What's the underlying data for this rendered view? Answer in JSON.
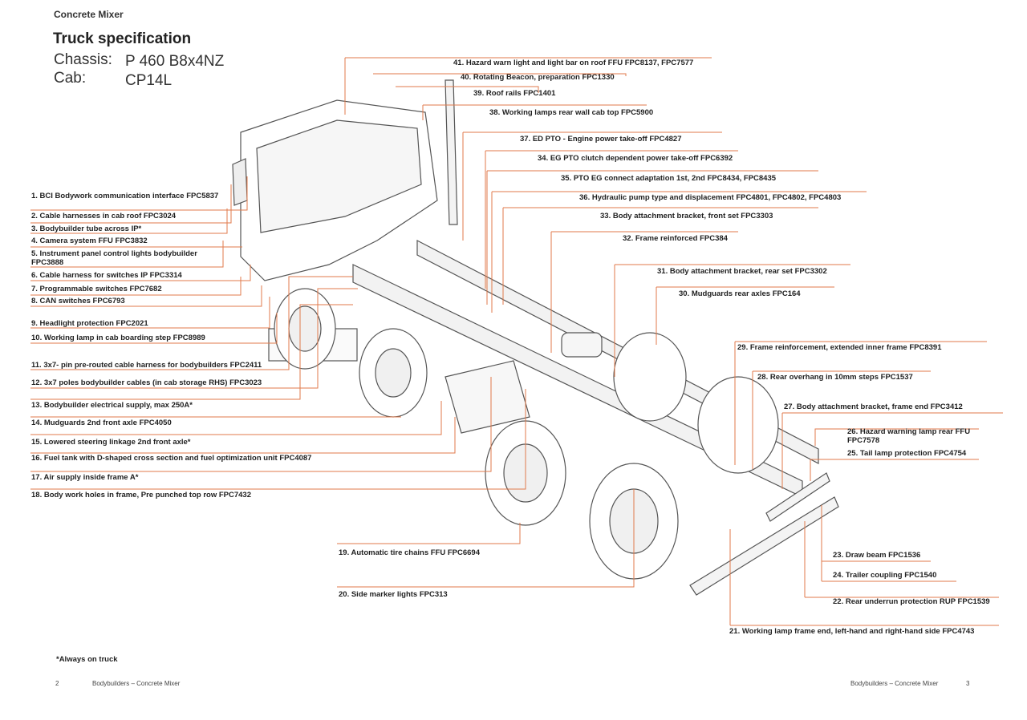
{
  "header": {
    "label": "Concrete Mixer"
  },
  "spec": {
    "title": "Truck specification",
    "chassis_label": "Chassis:",
    "chassis_value": "P 460 B8x4NZ",
    "cab_label": "Cab:",
    "cab_value": "CP14L"
  },
  "callouts_left": [
    "1. BCI Bodywork communication interface FPC5837",
    "2. Cable harnesses in cab roof FPC3024",
    "3. Bodybuilder tube across IP*",
    "4. Camera system FFU FPC3832",
    "5. Instrument panel control lights bodybuilder FPC3888",
    "6. Cable harness for switches IP FPC3314",
    "7. Programmable switches FPC7682",
    "8. CAN switches FPC6793",
    "9. Headlight protection FPC2021",
    "10. Working lamp in cab boarding step FPC8989",
    "11. 3x7- pin pre-routed cable harness for bodybuilders FPC2411",
    "12. 3x7 poles bodybuilder cables (in cab storage RHS) FPC3023",
    "13. Bodybuilder electrical supply, max 250A*",
    "14. Mudguards 2nd front axle FPC4050",
    "15. Lowered steering linkage 2nd front axle*",
    "16. Fuel tank with D-shaped cross section and fuel optimization unit FPC4087",
    "17. Air supply inside frame A*",
    "18. Body work holes in frame, Pre punched top row FPC7432"
  ],
  "callouts_bottom": [
    "19. Automatic tire chains FFU FPC6694",
    "20. Side marker lights FPC313",
    "21. Working lamp frame end, left-hand  and right-hand side FPC4743",
    "22. Rear underrun protection RUP FPC1539",
    "23. Draw beam FPC1536",
    "24. Trailer coupling FPC1540"
  ],
  "callouts_right": [
    "25. Tail lamp protection FPC4754",
    "26. Hazard warning lamp rear FFU FPC7578",
    "27. Body attachment bracket, frame end FPC3412",
    "28. Rear overhang in 10mm steps FPC1537",
    "29. Frame reinforcement, extended inner frame FPC8391",
    "30. Mudguards rear axles FPC164",
    "31. Body attachment bracket, rear set FPC3302",
    "32. Frame reinforced FPC384",
    "33. Body attachment bracket, front set FPC3303",
    "36. Hydraulic pump type and displacement FPC4801, FPC4802, FPC4803",
    "35. PTO EG connect adaptation 1st, 2nd FPC8434, FPC8435",
    "34. EG PTO clutch dependent power take-off FPC6392",
    "37. ED PTO - Engine power take-off  FPC4827",
    "38. Working lamps rear wall cab top FPC5900",
    "39. Roof rails FPC1401",
    "40. Rotating Beacon, preparation FPC1330",
    "41. Hazard warn light and light bar on roof FFU FPC8137, FPC7577"
  ],
  "note": "*Always on truck",
  "footer": {
    "left_page": "2",
    "left_title": "Bodybuilders – Concrete Mixer",
    "right_title": "Bodybuilders – Concrete Mixer",
    "right_page": "3"
  },
  "colors": {
    "leader": "#e07a4b",
    "truck_line": "#555555"
  }
}
